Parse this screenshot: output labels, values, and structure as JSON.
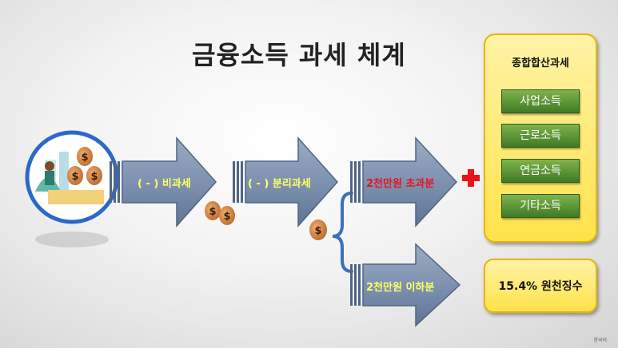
{
  "title": "금융소득 과세 체계",
  "arrows": [
    {
      "label": "( - ) 비과세"
    },
    {
      "label": "( - ) 분리과세"
    },
    {
      "label": "2천만원 초과분"
    },
    {
      "label": "2천만원 이하분"
    }
  ],
  "combined_panel": {
    "title": "종합합산과세",
    "items": [
      "사업소득",
      "근로소득",
      "연금소득",
      "기타소득"
    ]
  },
  "withholding_panel": {
    "text": "15.4%  원천징수"
  },
  "footnote": "한국어",
  "colors": {
    "arrow_fill": "#7e92b0",
    "arrow_border": "#4f6584",
    "label_yellow": "#ffff66",
    "label_red": "#e8141b",
    "panel_yellow": "#ffe24a",
    "button_green": "#4f8a2f",
    "brace_blue": "#3b6fc0",
    "plus_red": "#e8141b",
    "money_bag": "#d08a4a"
  }
}
